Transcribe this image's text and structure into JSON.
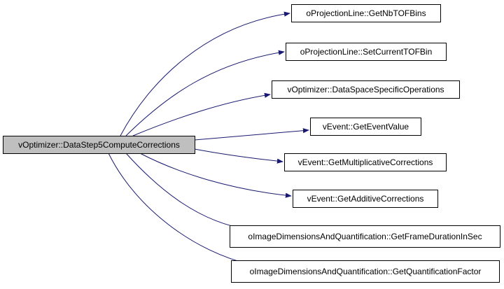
{
  "colors": {
    "edge": "#191970",
    "root_fill": "#bfbfbf",
    "node_fill": "#ffffff",
    "border": "#000000"
  },
  "root": {
    "label": "vOptimizer::DataStep5ComputeCorrections"
  },
  "callees": [
    {
      "label": "oProjectionLine::GetNbTOFBins"
    },
    {
      "label": "oProjectionLine::SetCurrentTOFBin"
    },
    {
      "label": "vOptimizer::DataSpaceSpecificOperations"
    },
    {
      "label": "vEvent::GetEventValue"
    },
    {
      "label": "vEvent::GetMultiplicativeCorrections"
    },
    {
      "label": "vEvent::GetAdditiveCorrections"
    },
    {
      "label": "oImageDimensionsAndQuantification::GetFrameDurationInSec"
    },
    {
      "label": "oImageDimensionsAndQuantification::GetQuantificationFactor"
    }
  ]
}
